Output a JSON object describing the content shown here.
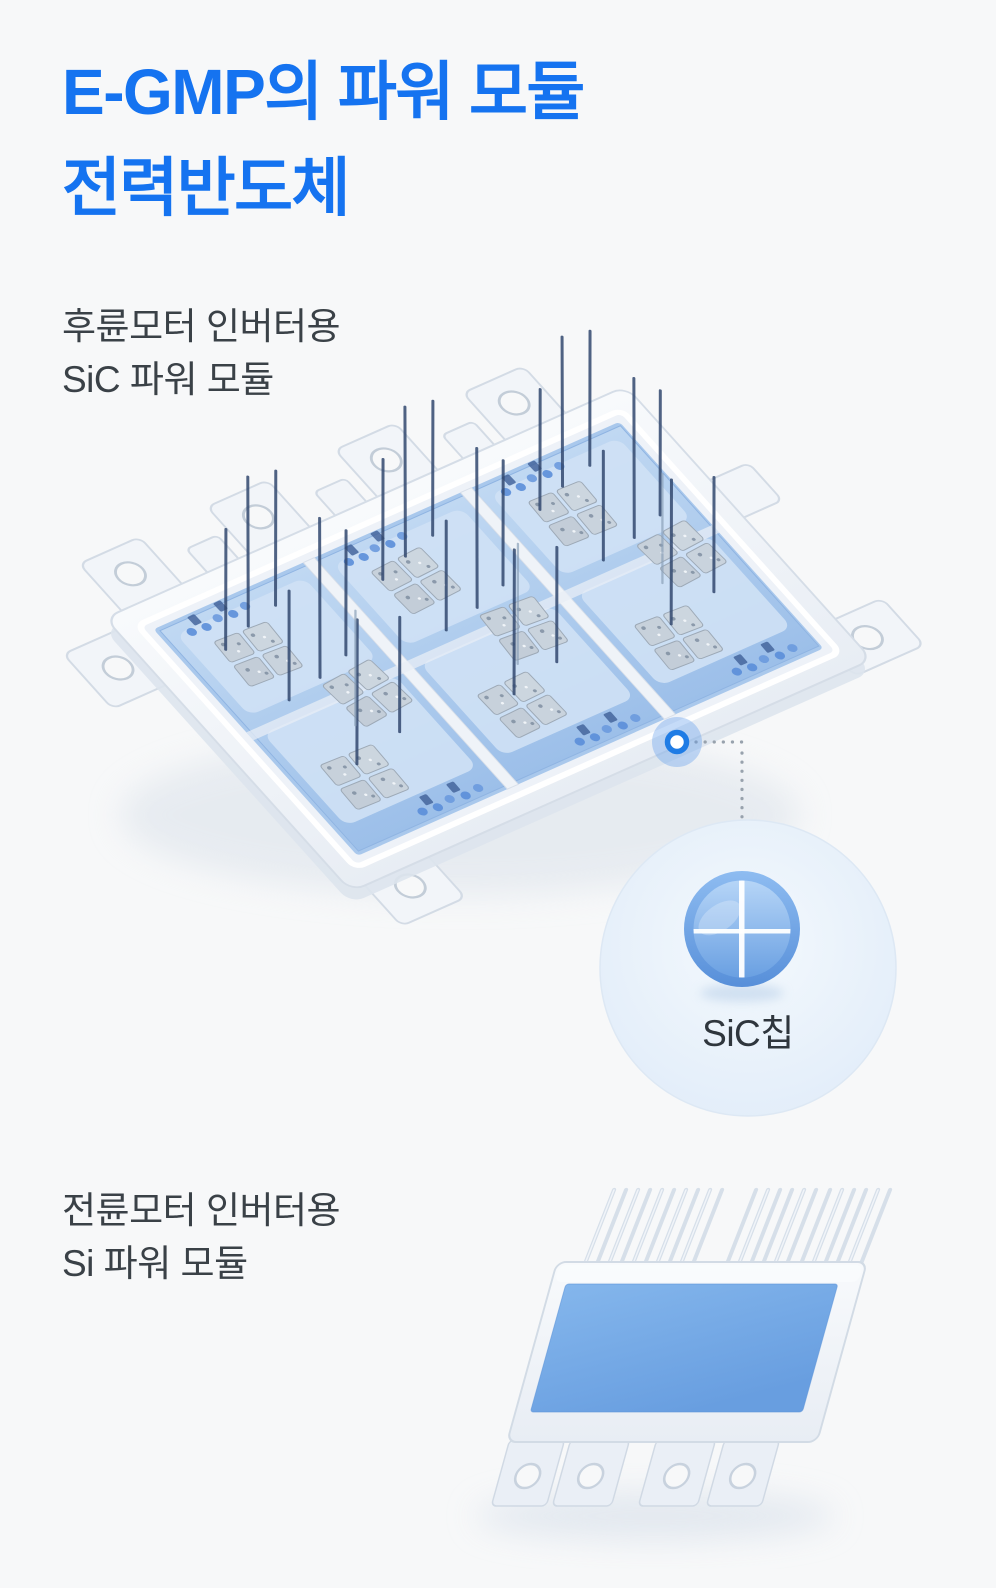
{
  "page": {
    "background": "#f7f8f9"
  },
  "title": {
    "line1": "E-GMP의 파워 모듈",
    "line2": "전력반도체",
    "color": "#1573f0"
  },
  "sections": [
    {
      "id": "sic",
      "label_line1": "후륜모터 인버터용",
      "label_line2": "SiC 파워 모듈",
      "illustration": "sic-power-module-3d"
    },
    {
      "id": "si",
      "label_line1": "전륜모터 인버터용",
      "label_line2": "Si 파워 모듈",
      "illustration": "si-power-module-3d"
    }
  ],
  "callout": {
    "chip_label": "SiC칩",
    "marker_icon": "blue-dot-marker",
    "connector": "dotted-line",
    "chip_icon": "sic-chip-icon"
  },
  "colors": {
    "accent_blue": "#1573f0",
    "text_dark": "#3a4147",
    "module_white": "#f2f5f9",
    "panel_blue": "#aac9ed",
    "si_panel_blue": "#76aae6",
    "chip_face_blue": "#6ea4e3",
    "callout_fill": "#e9f1fa",
    "background": "#f7f8f9"
  }
}
